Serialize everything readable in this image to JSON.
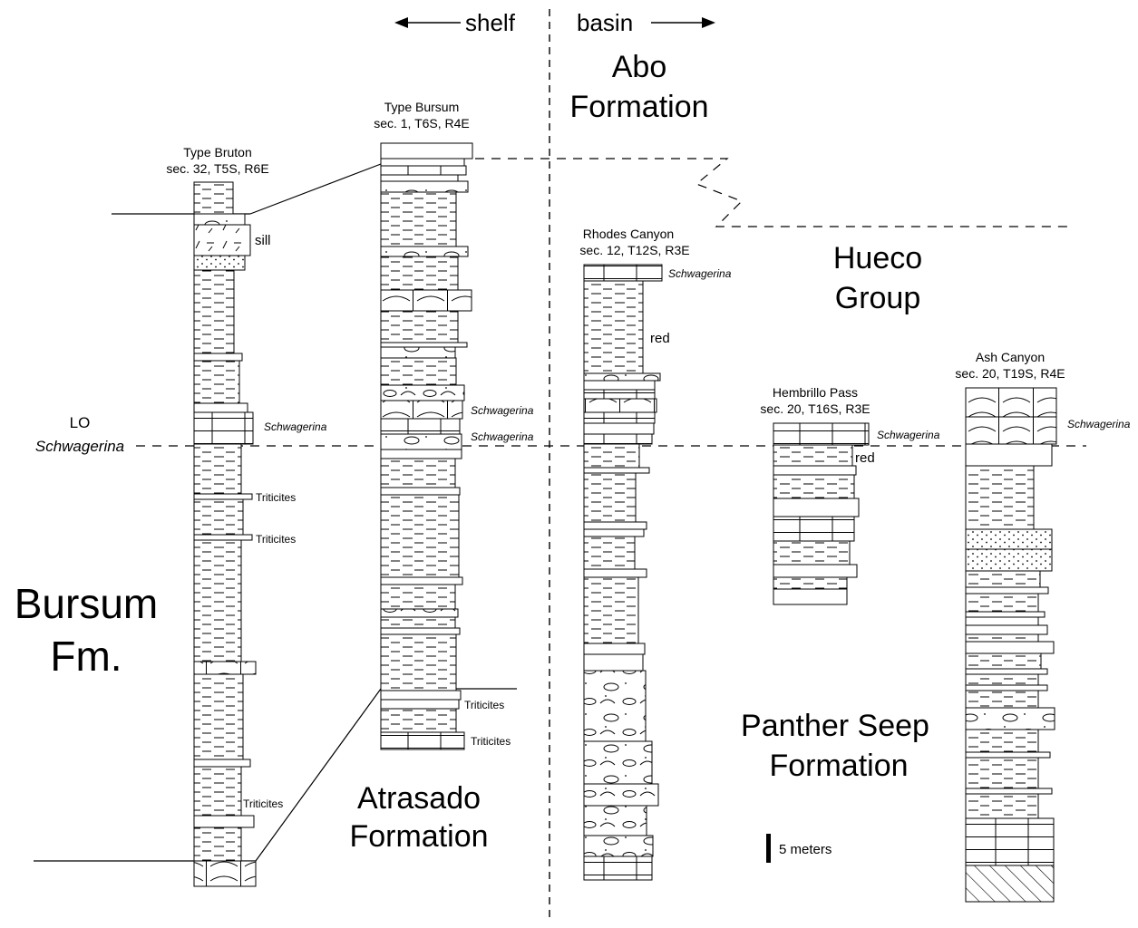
{
  "header": {
    "shelf_label": "shelf",
    "basin_label": "basin"
  },
  "units": {
    "abo_line1": "Abo",
    "abo_line2": "Formation",
    "hueco_line1": "Hueco",
    "hueco_line2": "Group",
    "bursum_line1": "Bursum",
    "bursum_line2": "Fm.",
    "atrasado_line1": "Atrasado",
    "atrasado_line2": "Formation",
    "panther_line1": "Panther Seep",
    "panther_line2": "Formation"
  },
  "datum": {
    "lo_line1": "LO",
    "lo_line2": "Schwagerina"
  },
  "sections": [
    {
      "title": "Type Bruton",
      "location": "sec. 32, T5S, R6E",
      "annotations": [
        "sill",
        "Schwagerina",
        "Triticites",
        "Triticites",
        "Triticites"
      ]
    },
    {
      "title": "Type Bursum",
      "location": "sec. 1, T6S, R4E",
      "annotations": [
        "Schwagerina",
        "Schwagerina",
        "Triticites",
        "Triticites"
      ]
    },
    {
      "title": "Rhodes Canyon",
      "location": "sec. 12, T12S, R3E",
      "annotations": [
        "Schwagerina",
        "red"
      ]
    },
    {
      "title": "Hembrillo Pass",
      "location": "sec. 20, T16S, R3E",
      "annotations": [
        "Schwagerina",
        "red"
      ]
    },
    {
      "title": "Ash Canyon",
      "location": "sec. 20, T19S, R4E",
      "annotations": [
        "Schwagerina"
      ]
    }
  ],
  "scale": {
    "label": "5 meters"
  },
  "lithology_patterns": [
    "shale",
    "limestone",
    "wavy-limestone",
    "sandstone",
    "nodular-limestone",
    "igneous-sill",
    "covered-basement"
  ]
}
